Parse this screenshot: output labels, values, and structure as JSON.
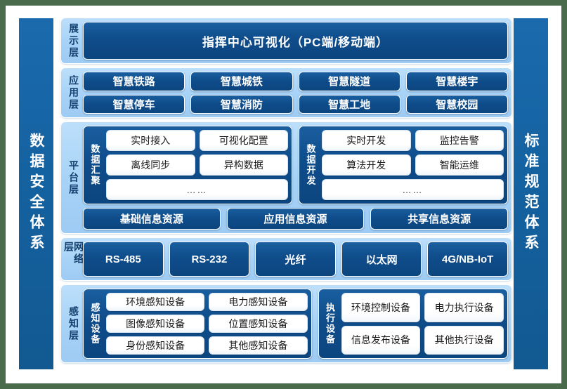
{
  "sidebars": {
    "left": {
      "label": "数据安全体系"
    },
    "right": {
      "label": "标准规范体系"
    }
  },
  "colors": {
    "background": "#4a6b4c",
    "page": "#ffffff",
    "sidebar_blue": "#14619f",
    "panel_light_blue": "#a6d2f7",
    "chip_dark_blue": "#0f4c8a",
    "chip_white": "#ffffff",
    "label_text": "#123f6e"
  },
  "layers": [
    {
      "id": "presentation",
      "label": "展示层",
      "items": [
        "指挥中心可视化（PC端/移动端）"
      ]
    },
    {
      "id": "application",
      "label": "应用层",
      "rows": [
        [
          "智慧铁路",
          "智慧城铁",
          "智慧隧道",
          "智慧楼宇"
        ],
        [
          "智慧停车",
          "智慧消防",
          "智慧工地",
          "智慧校园"
        ]
      ]
    },
    {
      "id": "platform",
      "label": "平台层",
      "groups": [
        {
          "label": "数据汇聚",
          "rows": [
            [
              "实时接入",
              "可视化配置"
            ],
            [
              "离线同步",
              "异构数据"
            ],
            [
              "……"
            ]
          ]
        },
        {
          "label": "数据开发",
          "rows": [
            [
              "实时开发",
              "监控告警"
            ],
            [
              "算法开发",
              "智能运维"
            ],
            [
              "……"
            ]
          ]
        }
      ],
      "resources": [
        "基础信息资源",
        "应用信息资源",
        "共享信息资源"
      ]
    },
    {
      "id": "network",
      "label": "网络层",
      "items": [
        "RS-485",
        "RS-232",
        "光纤",
        "以太网",
        "4G/NB-IoT"
      ]
    },
    {
      "id": "perception",
      "label": "感知层",
      "groups": [
        {
          "label": "感知设备",
          "rows": [
            [
              "环境感知设备",
              "电力感知设备"
            ],
            [
              "图像感知设备",
              "位置感知设备"
            ],
            [
              "身份感知设备",
              "其他感知设备"
            ]
          ]
        },
        {
          "label": "执行设备",
          "rows": [
            [
              "环境控制设备",
              "电力执行设备"
            ],
            [
              "信息发布设备",
              "其他执行设备"
            ]
          ]
        }
      ]
    }
  ]
}
